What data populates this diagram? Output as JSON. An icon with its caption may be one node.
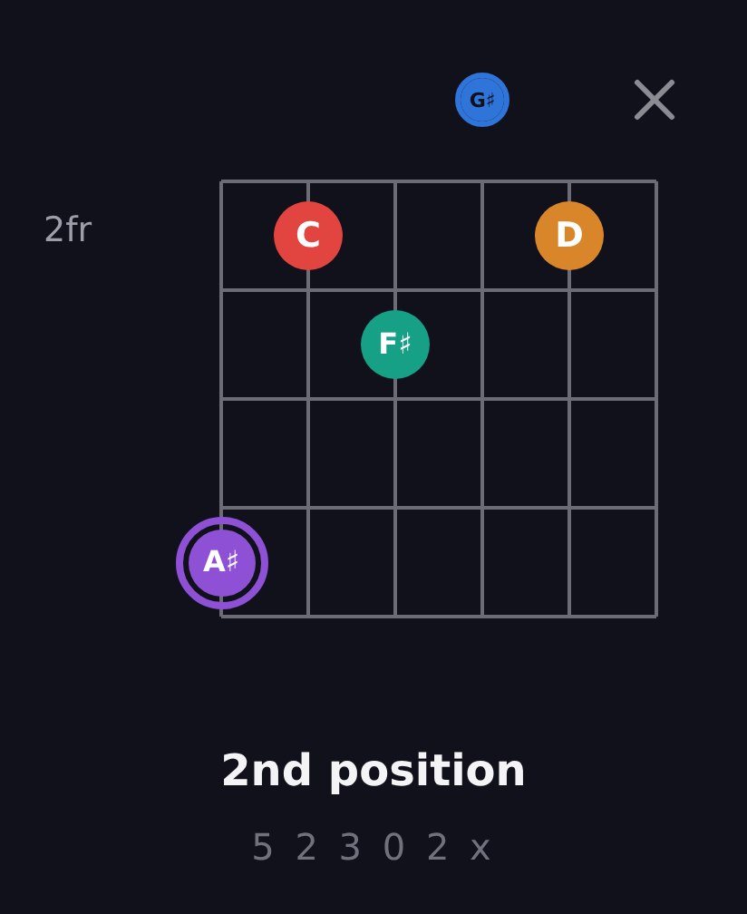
{
  "diagram": {
    "title": "2nd position",
    "nodes": [
      {
        "text": [
          "G♯"
        ]
      },
      {
        "text": [
          "C"
        ]
      },
      {
        "text": [
          "D"
        ]
      },
      {
        "text": [
          "F♯"
        ]
      },
      {
        "text": [
          "A♯"
        ]
      }
    ],
    "labels": [
      "2fr",
      "5 2 3 0 2 x"
    ]
  }
}
